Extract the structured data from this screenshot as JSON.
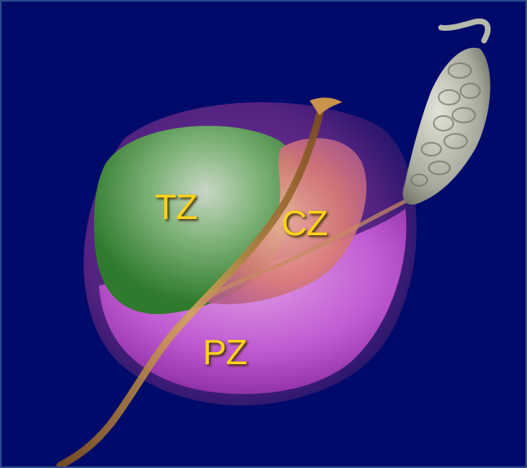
{
  "diagram": {
    "labels": {
      "tz": "TZ",
      "cz": "CZ",
      "pz": "PZ"
    },
    "colors": {
      "background": "#000a6b",
      "label": "#ffd21a",
      "transition_zone": "#3f9a3a",
      "central_zone": "#e2936c",
      "peripheral_zone": "#c05ad2",
      "capsule": "#7a2c8a",
      "seminal_vesicle": "#b7b9ab",
      "urethra": "#b07a30"
    }
  }
}
